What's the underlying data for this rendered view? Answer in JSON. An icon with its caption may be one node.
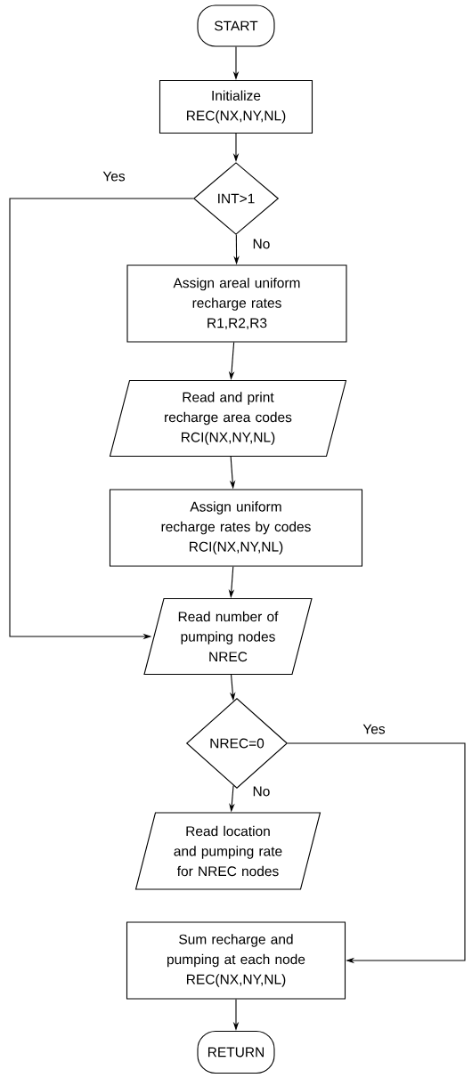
{
  "diagram": {
    "nodes": [
      {
        "text": [
          "START"
        ]
      },
      {
        "text": [
          "Initialize",
          "REC(NX,NY,NL)"
        ]
      },
      {
        "text": [
          "INT>1"
        ]
      },
      {
        "text": [
          "Assign areal uniform recharge rates",
          "R1,R2,R3"
        ]
      },
      {
        "text": [
          "Read and print recharge area codes",
          "RCI(NX,NY,NL)"
        ]
      },
      {
        "text": [
          "Assign uniform recharge rates by codes",
          "RCI(NX,NY,NL)"
        ]
      },
      {
        "text": [
          "Read number of pumping nodes",
          "NREC"
        ]
      },
      {
        "text": [
          "NREC=0"
        ]
      },
      {
        "text": [
          "Read location and pumping rate for NREC nodes"
        ]
      },
      {
        "text": [
          "Sum recharge and pumping at each node",
          "REC(NX,NY,NL)"
        ]
      },
      {
        "text": [
          "RETURN"
        ]
      }
    ],
    "edges": [
      {
        "from": 0,
        "to": 1,
        "arrow": "to"
      },
      {
        "from": 1,
        "to": 2,
        "arrow": "to"
      },
      {
        "from": 2,
        "to": 3,
        "arrow": "to",
        "label": "No"
      },
      {
        "from": 3,
        "to": 4,
        "arrow": "to"
      },
      {
        "from": 4,
        "to": 5,
        "arrow": "to"
      },
      {
        "from": 5,
        "to": 6,
        "arrow": "to"
      },
      {
        "from": 2,
        "to": 6,
        "arrow": "to",
        "label": "Yes"
      },
      {
        "from": 6,
        "to": 7,
        "arrow": "to"
      },
      {
        "from": 7,
        "to": 8,
        "arrow": "to",
        "label": "No"
      },
      {
        "from": 7,
        "to": 9,
        "arrow": "to",
        "label": "Yes"
      },
      {
        "from": 9,
        "to": 10,
        "arrow": "to"
      }
    ]
  }
}
